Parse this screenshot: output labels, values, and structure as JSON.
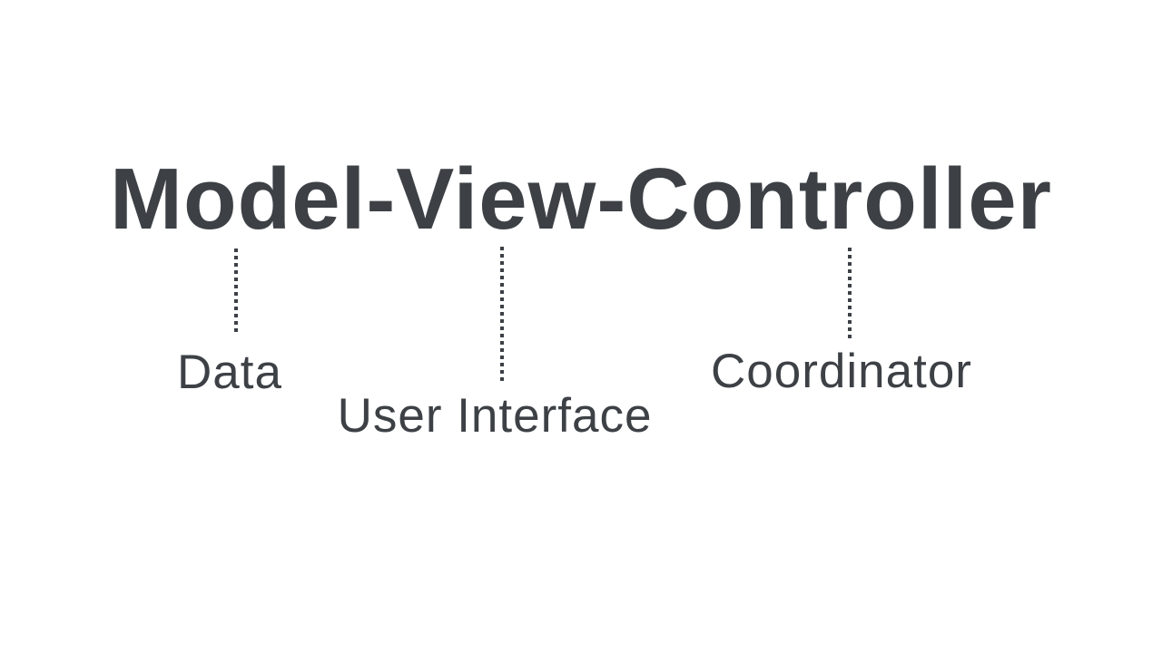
{
  "colors": {
    "background": "#ffffff",
    "ink": "#3d4146"
  },
  "diagram": {
    "title": "Model-View-Controller",
    "items": [
      {
        "term": "Model",
        "label": "Data"
      },
      {
        "term": "View",
        "label": "User Interface"
      },
      {
        "term": "Controller",
        "label": "Coordinator"
      }
    ]
  }
}
